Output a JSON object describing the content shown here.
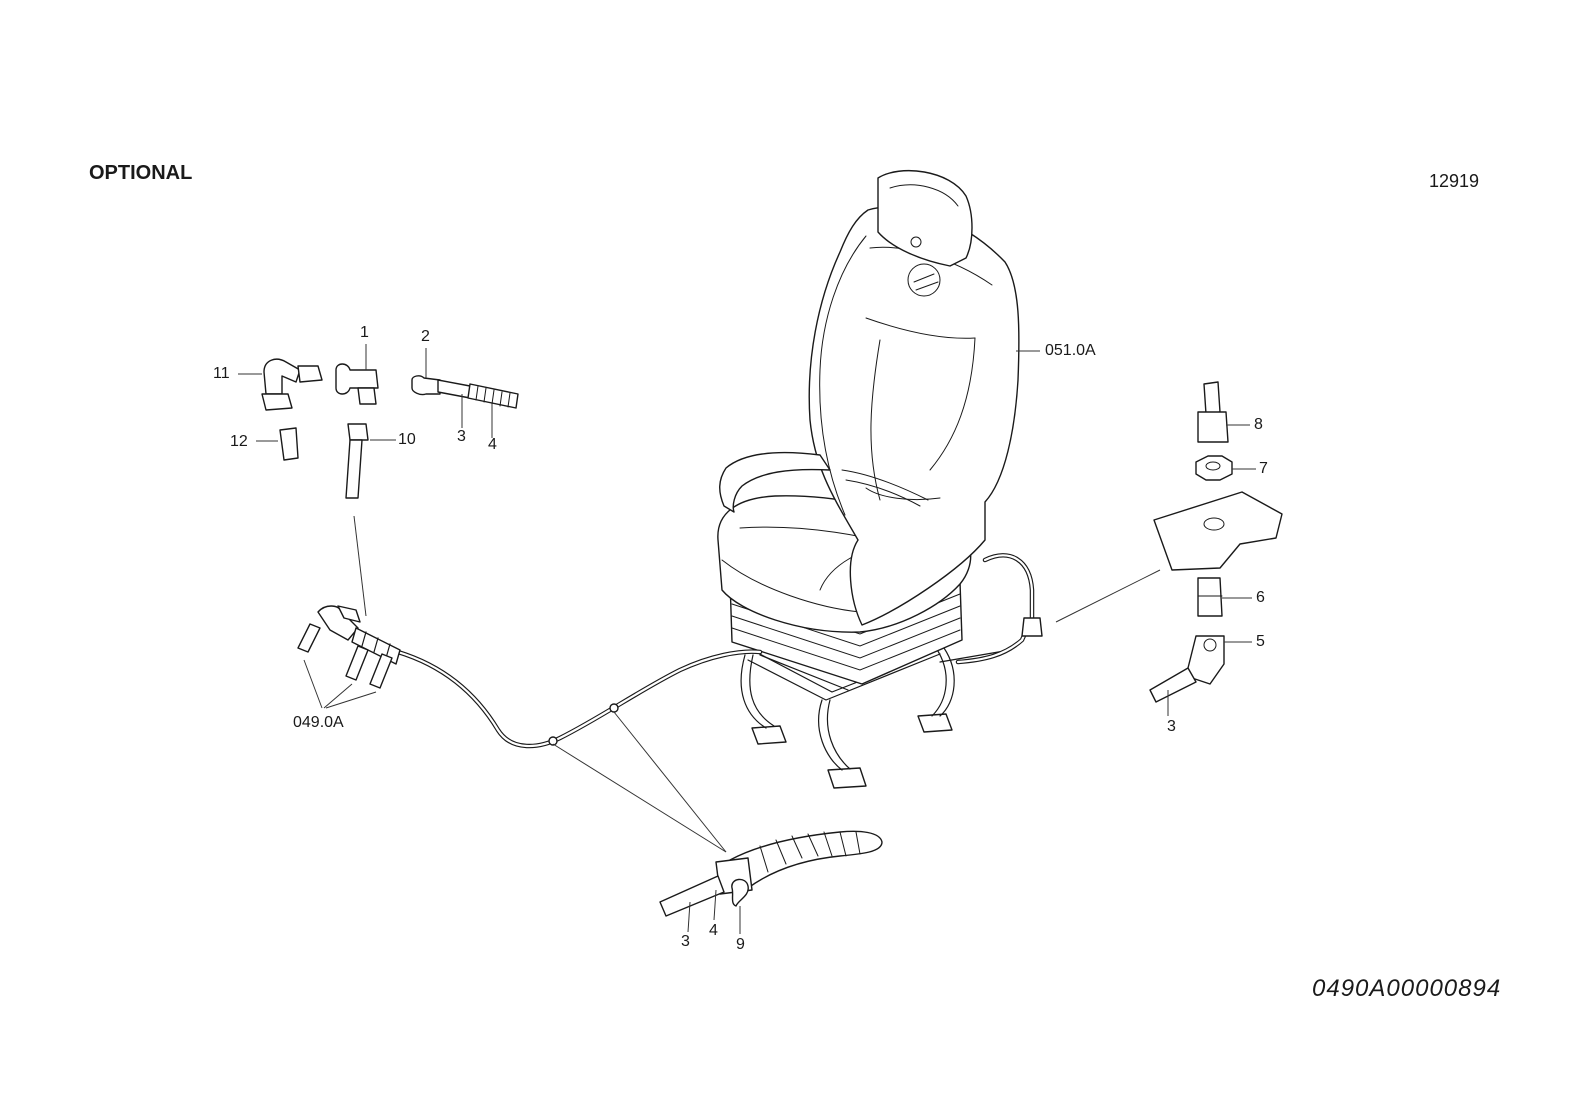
{
  "header": {
    "label": "OPTIONAL",
    "sheet_number": "12919",
    "part_code": "0490A00000894"
  },
  "callouts": {
    "c1": "1",
    "c2": "2",
    "c3a": "3",
    "c4a": "4",
    "c10": "10",
    "c11": "11",
    "c12": "12",
    "c049": "049.0A",
    "c051": "051.0A",
    "c8": "8",
    "c7": "7",
    "c6": "6",
    "c5": "5",
    "c3b": "3",
    "c3c": "3",
    "c4b": "4",
    "c9": "9"
  }
}
